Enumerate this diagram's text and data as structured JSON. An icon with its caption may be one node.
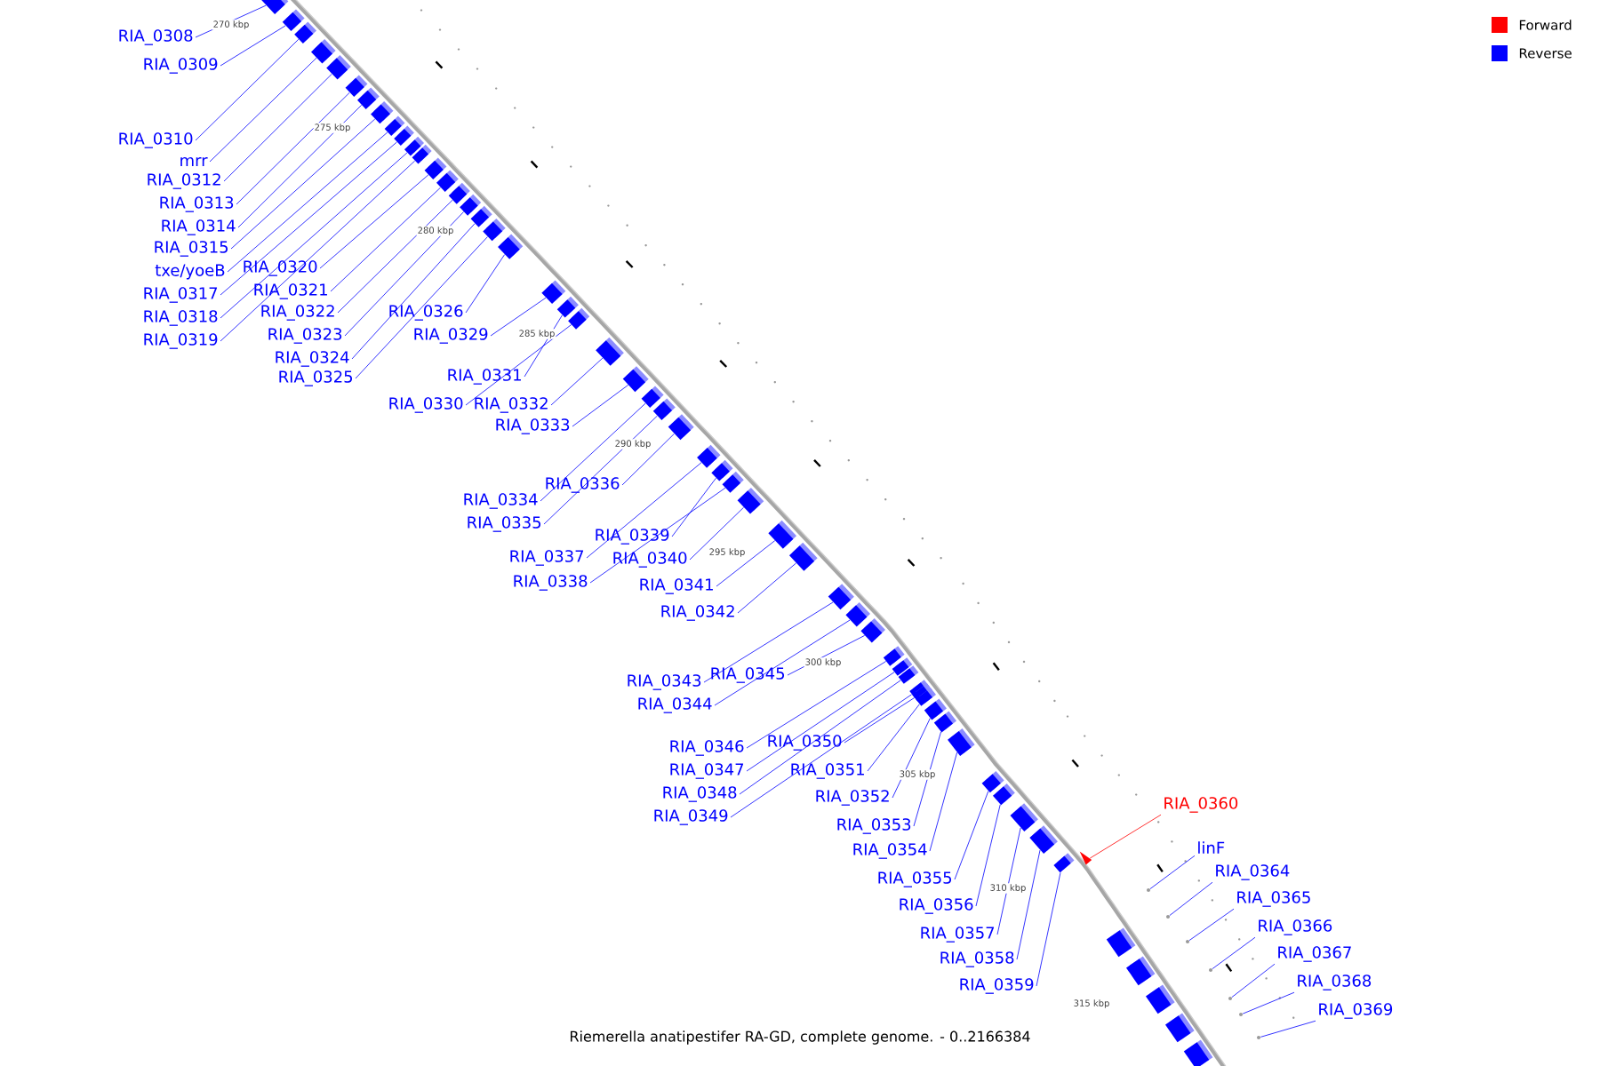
{
  "diagram": {
    "caption": "Riemerella anatipestifer RA-GD, complete genome. - 0..2166384",
    "nodes": [
      {
        "text": [
          "RIA_0308"
        ]
      },
      {
        "text": [],
        "shape": "box"
      },
      {
        "text": [
          "RIA_0309"
        ]
      },
      {
        "text": [],
        "shape": "box"
      },
      {
        "text": [
          "RIA_0310"
        ]
      },
      {
        "text": [],
        "shape": "box"
      },
      {
        "text": [
          "mrr"
        ]
      },
      {
        "text": [],
        "shape": "box"
      },
      {
        "text": [
          "RIA_0312"
        ]
      },
      {
        "text": [],
        "shape": "box"
      },
      {
        "text": [
          "RIA_0313"
        ]
      },
      {
        "text": [],
        "shape": "box"
      },
      {
        "text": [
          "RIA_0314"
        ]
      },
      {
        "text": [],
        "shape": "box"
      },
      {
        "text": [
          "RIA_0315"
        ]
      },
      {
        "text": [],
        "shape": "box"
      },
      {
        "text": [
          "txe/yoeB"
        ]
      },
      {
        "text": [],
        "shape": "box"
      },
      {
        "text": [
          "RIA_0317"
        ]
      },
      {
        "text": [],
        "shape": "box"
      },
      {
        "text": [
          "RIA_0318"
        ]
      },
      {
        "text": [],
        "shape": "box"
      },
      {
        "text": [
          "RIA_0319"
        ]
      },
      {
        "text": [],
        "shape": "box"
      },
      {
        "text": [
          "RIA_0320"
        ]
      },
      {
        "text": [],
        "shape": "box"
      },
      {
        "text": [
          "RIA_0321"
        ]
      },
      {
        "text": [],
        "shape": "box"
      },
      {
        "text": [
          "RIA_0322"
        ]
      },
      {
        "text": [],
        "shape": "box"
      },
      {
        "text": [
          "RIA_0323"
        ]
      },
      {
        "text": [],
        "shape": "box"
      },
      {
        "text": [
          "RIA_0324"
        ]
      },
      {
        "text": [],
        "shape": "box"
      },
      {
        "text": [
          "RIA_0325"
        ]
      },
      {
        "text": [],
        "shape": "box"
      },
      {
        "text": [
          "RIA_0326"
        ]
      },
      {
        "text": [],
        "shape": "box"
      },
      {
        "text": [
          "RIA_0329"
        ]
      },
      {
        "text": [],
        "shape": "box"
      },
      {
        "text": [
          "RIA_0330"
        ]
      },
      {
        "text": [],
        "shape": "box"
      },
      {
        "text": [
          "RIA_0331"
        ]
      },
      {
        "text": [],
        "shape": "box"
      },
      {
        "text": [
          "RIA_0332"
        ]
      },
      {
        "text": [],
        "shape": "box"
      },
      {
        "text": [
          "RIA_0333"
        ]
      },
      {
        "text": [],
        "shape": "box"
      },
      {
        "text": [
          "RIA_0334"
        ]
      },
      {
        "text": [],
        "shape": "box"
      },
      {
        "text": [
          "RIA_0335"
        ]
      },
      {
        "text": [],
        "shape": "box"
      },
      {
        "text": [
          "RIA_0336"
        ]
      },
      {
        "text": [],
        "shape": "box"
      },
      {
        "text": [
          "RIA_0337"
        ]
      },
      {
        "text": [],
        "shape": "box"
      },
      {
        "text": [
          "RIA_0338"
        ]
      },
      {
        "text": [],
        "shape": "box"
      },
      {
        "text": [
          "RIA_0339"
        ]
      },
      {
        "text": [],
        "shape": "box"
      },
      {
        "text": [
          "RIA_0340"
        ]
      },
      {
        "text": [],
        "shape": "box"
      },
      {
        "text": [
          "RIA_0341"
        ]
      },
      {
        "text": [],
        "shape": "box"
      },
      {
        "text": [
          "RIA_0342"
        ]
      },
      {
        "text": [],
        "shape": "box"
      },
      {
        "text": [
          "RIA_0343"
        ]
      },
      {
        "text": [],
        "shape": "box"
      },
      {
        "text": [
          "RIA_0344"
        ]
      },
      {
        "text": [],
        "shape": "box"
      },
      {
        "text": [
          "RIA_0345"
        ]
      },
      {
        "text": [],
        "shape": "box"
      },
      {
        "text": [
          "RIA_0346"
        ]
      },
      {
        "text": [],
        "shape": "box"
      },
      {
        "text": [
          "RIA_0347"
        ]
      },
      {
        "text": [],
        "shape": "box"
      },
      {
        "text": [
          "RIA_0348"
        ]
      },
      {
        "text": [],
        "shape": "box"
      },
      {
        "text": [
          "RIA_0349"
        ]
      },
      {
        "text": [],
        "shape": "box"
      },
      {
        "text": [
          "RIA_0350"
        ]
      },
      {
        "text": [],
        "shape": "box"
      },
      {
        "text": [
          "RIA_0351"
        ]
      },
      {
        "text": [],
        "shape": "box"
      },
      {
        "text": [
          "RIA_0352"
        ]
      },
      {
        "text": [],
        "shape": "box"
      },
      {
        "text": [
          "RIA_0353"
        ]
      },
      {
        "text": [],
        "shape": "box"
      },
      {
        "text": [
          "RIA_0354"
        ]
      },
      {
        "text": [],
        "shape": "box"
      },
      {
        "text": [
          "RIA_0355"
        ]
      },
      {
        "text": [],
        "shape": "box"
      },
      {
        "text": [
          "RIA_0356"
        ]
      },
      {
        "text": [],
        "shape": "box"
      },
      {
        "text": [
          "RIA_0357"
        ]
      },
      {
        "text": [],
        "shape": "box"
      },
      {
        "text": [
          "RIA_0358"
        ]
      },
      {
        "text": [],
        "shape": "box"
      },
      {
        "text": [
          "RIA_0359"
        ]
      },
      {
        "text": [],
        "shape": "box"
      },
      {
        "text": [
          "RIA_0360"
        ]
      },
      {
        "text": [],
        "shape": "triangle"
      },
      {
        "text": [
          "linF"
        ]
      },
      {
        "text": [],
        "shape": "circle"
      },
      {
        "text": [
          "RIA_0364"
        ]
      },
      {
        "text": [],
        "shape": "circle"
      },
      {
        "text": [
          "RIA_0365"
        ]
      },
      {
        "text": [],
        "shape": "circle"
      },
      {
        "text": [
          "RIA_0366"
        ]
      },
      {
        "text": [],
        "shape": "circle"
      },
      {
        "text": [
          "RIA_0367"
        ]
      },
      {
        "text": [],
        "shape": "circle"
      },
      {
        "text": [
          "RIA_0368"
        ]
      },
      {
        "text": [],
        "shape": "circle"
      },
      {
        "text": [
          "RIA_0369"
        ]
      },
      {
        "text": [],
        "shape": "circle"
      },
      {
        "text": [],
        "shape": "box"
      },
      {
        "text": [],
        "shape": "box"
      },
      {
        "text": [],
        "shape": "box"
      },
      {
        "text": [],
        "shape": "box"
      },
      {
        "text": [],
        "shape": "box"
      }
    ],
    "edges": [
      {
        "from": 0,
        "to": 1,
        "arrow": "none"
      },
      {
        "from": 2,
        "to": 3,
        "arrow": "none"
      },
      {
        "from": 4,
        "to": 5,
        "arrow": "none"
      },
      {
        "from": 6,
        "to": 7,
        "arrow": "none"
      },
      {
        "from": 8,
        "to": 9,
        "arrow": "none"
      },
      {
        "from": 10,
        "to": 11,
        "arrow": "none"
      },
      {
        "from": 12,
        "to": 13,
        "arrow": "none"
      },
      {
        "from": 14,
        "to": 15,
        "arrow": "none"
      },
      {
        "from": 16,
        "to": 17,
        "arrow": "none"
      },
      {
        "from": 18,
        "to": 19,
        "arrow": "none"
      },
      {
        "from": 20,
        "to": 21,
        "arrow": "none"
      },
      {
        "from": 22,
        "to": 23,
        "arrow": "none"
      },
      {
        "from": 24,
        "to": 25,
        "arrow": "none"
      },
      {
        "from": 26,
        "to": 27,
        "arrow": "none"
      },
      {
        "from": 28,
        "to": 29,
        "arrow": "none"
      },
      {
        "from": 30,
        "to": 31,
        "arrow": "none"
      },
      {
        "from": 32,
        "to": 33,
        "arrow": "none"
      },
      {
        "from": 34,
        "to": 35,
        "arrow": "none"
      },
      {
        "from": 36,
        "to": 37,
        "arrow": "none"
      },
      {
        "from": 38,
        "to": 39,
        "arrow": "none"
      },
      {
        "from": 40,
        "to": 41,
        "arrow": "none"
      },
      {
        "from": 42,
        "to": 43,
        "arrow": "none"
      },
      {
        "from": 44,
        "to": 45,
        "arrow": "none"
      },
      {
        "from": 46,
        "to": 47,
        "arrow": "none"
      },
      {
        "from": 48,
        "to": 49,
        "arrow": "none"
      },
      {
        "from": 50,
        "to": 51,
        "arrow": "none"
      },
      {
        "from": 52,
        "to": 53,
        "arrow": "none"
      },
      {
        "from": 54,
        "to": 55,
        "arrow": "none"
      },
      {
        "from": 56,
        "to": 57,
        "arrow": "none"
      },
      {
        "from": 58,
        "to": 59,
        "arrow": "none"
      },
      {
        "from": 60,
        "to": 61,
        "arrow": "none"
      },
      {
        "from": 62,
        "to": 63,
        "arrow": "none"
      },
      {
        "from": 64,
        "to": 65,
        "arrow": "none"
      },
      {
        "from": 66,
        "to": 67,
        "arrow": "none"
      },
      {
        "from": 68,
        "to": 69,
        "arrow": "none"
      },
      {
        "from": 70,
        "to": 71,
        "arrow": "none"
      },
      {
        "from": 72,
        "to": 73,
        "arrow": "none"
      },
      {
        "from": 74,
        "to": 75,
        "arrow": "none"
      },
      {
        "from": 76,
        "to": 77,
        "arrow": "none"
      },
      {
        "from": 78,
        "to": 79,
        "arrow": "none"
      },
      {
        "from": 80,
        "to": 81,
        "arrow": "none"
      },
      {
        "from": 82,
        "to": 83,
        "arrow": "none"
      },
      {
        "from": 84,
        "to": 85,
        "arrow": "none"
      },
      {
        "from": 86,
        "to": 87,
        "arrow": "none"
      },
      {
        "from": 88,
        "to": 89,
        "arrow": "none"
      },
      {
        "from": 90,
        "to": 91,
        "arrow": "none"
      },
      {
        "from": 92,
        "to": 93,
        "arrow": "none"
      },
      {
        "from": 94,
        "to": 95,
        "arrow": "none"
      },
      {
        "from": 96,
        "to": 97,
        "arrow": "none"
      },
      {
        "from": 98,
        "to": 99,
        "arrow": "none"
      },
      {
        "from": 100,
        "to": 101,
        "arrow": "none",
        "color": "#ff0000"
      },
      {
        "from": 102,
        "to": 103,
        "arrow": "none"
      },
      {
        "from": 104,
        "to": 105,
        "arrow": "none"
      },
      {
        "from": 106,
        "to": 107,
        "arrow": "none"
      },
      {
        "from": 108,
        "to": 109,
        "arrow": "none"
      },
      {
        "from": 110,
        "to": 111,
        "arrow": "none"
      },
      {
        "from": 112,
        "to": 113,
        "arrow": "none"
      },
      {
        "from": 114,
        "to": 115,
        "arrow": "none"
      }
    ],
    "labels": [
      "270 kbp",
      "275 kbp",
      "280 kbp",
      "285 kbp",
      "290 kbp",
      "295 kbp",
      "300 kbp",
      "305 kbp",
      "310 kbp",
      "315 kbp"
    ],
    "legend": [
      {
        "text": "Forward",
        "color": "#ff0000"
      },
      {
        "text": "Reverse",
        "color": "#0000ff"
      }
    ]
  }
}
